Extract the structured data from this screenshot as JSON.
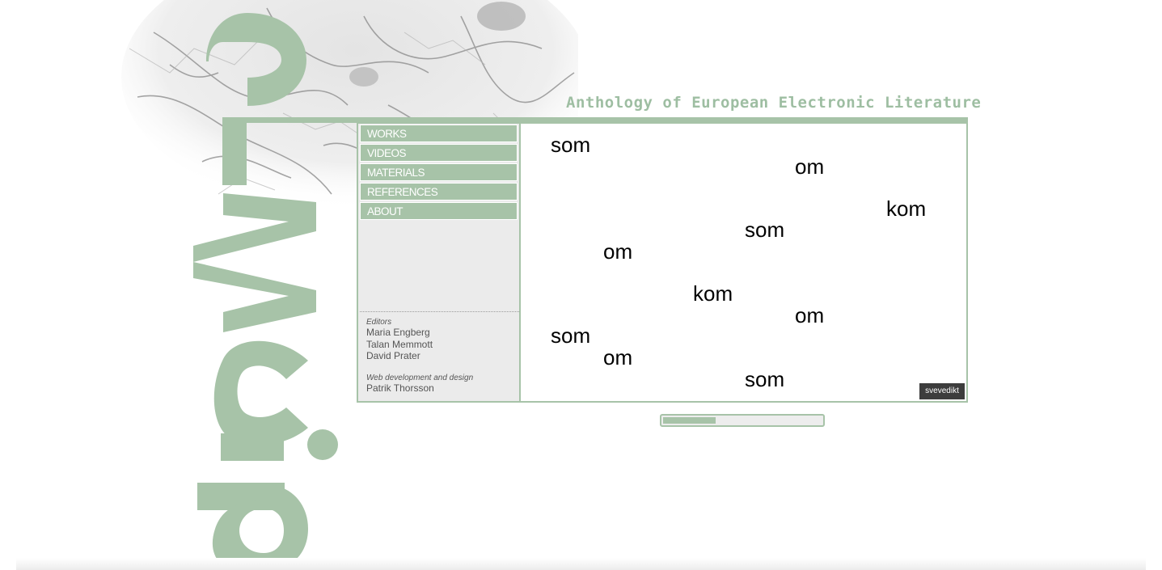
{
  "site": {
    "title": "Anthology of European Electronic Literature"
  },
  "nav": [
    {
      "label": "WORKS"
    },
    {
      "label": "VIDEOS"
    },
    {
      "label": "MATERIALS"
    },
    {
      "label": "REFERENCES"
    },
    {
      "label": "ABOUT"
    }
  ],
  "credits": {
    "editors_heading": "Editors",
    "editors": [
      "Maria Engberg",
      "Talan Memmott",
      "David Prater"
    ],
    "design_heading": "Web development and design",
    "designer": "Patrik Thorsson"
  },
  "poem": {
    "words": [
      "som",
      "om",
      "kom",
      "som",
      "om",
      "kom",
      "om",
      "som",
      "om",
      "som"
    ]
  },
  "work": {
    "badge": "svevedikt"
  },
  "progress": {
    "fraction": 0.33
  },
  "colors": {
    "accent": "#a7c3a8",
    "badge": "#3d3d3d",
    "sidebar": "#ebebeb"
  },
  "icons": {
    "logo": "elmcip-logo"
  }
}
